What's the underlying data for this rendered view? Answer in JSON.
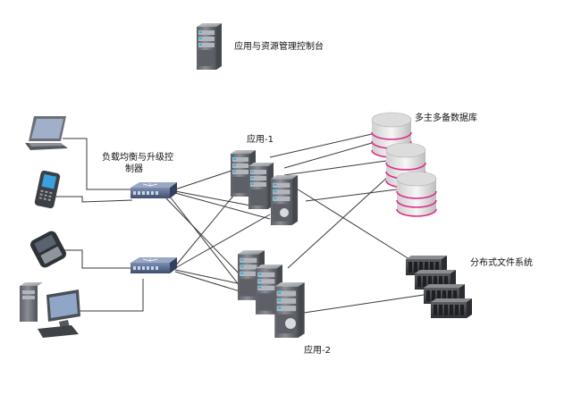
{
  "labels": {
    "console": "应用与资源管理控制台",
    "lb_line1": "负载均衡与升级控",
    "lb_line2": "制器",
    "app1": "应用-1",
    "app2": "应用-2",
    "db": "多主多备数据库",
    "fs": "分布式文件系统"
  },
  "colors": {
    "server_body": "#6f7277",
    "server_light": "#a9adb3",
    "server_led": "#2fb4e6",
    "switch_body": "#5a6b8a",
    "db_top": "#d8d8d8",
    "db_stripe": "#e0298a",
    "line": "#3a3a3a"
  },
  "icons": {
    "console_server": "server-icon",
    "laptop": "laptop-icon",
    "mobile": "mobile-phone-icon",
    "smartphone": "smartphone-icon",
    "desktop": "desktop-pc-icon",
    "switch": "network-switch-icon",
    "database": "database-icon",
    "storage": "storage-rack-icon"
  }
}
